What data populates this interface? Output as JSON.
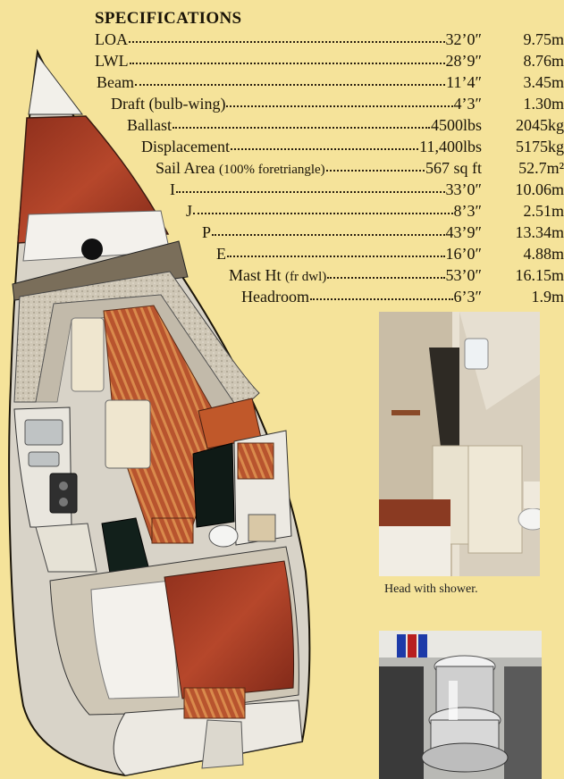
{
  "specs": {
    "title": "SPECIFICATIONS",
    "rows": [
      {
        "label": "LOA",
        "imperial": "32’0″",
        "metric": "9.75m"
      },
      {
        "label": "LWL",
        "imperial": "28’9″",
        "metric": "8.76m"
      },
      {
        "label": "Beam",
        "imperial": "11’4″",
        "metric": "3.45m"
      },
      {
        "label": "Draft (bulb-wing)",
        "imperial": "4’3″",
        "metric": "1.30m"
      },
      {
        "label": "Ballast",
        "imperial": "4500lbs",
        "metric": "2045kg"
      },
      {
        "label": "Displacement",
        "imperial": "11,400lbs",
        "metric": "5175kg"
      },
      {
        "label": "Sail Area",
        "label_note": "(100% foretriangle)",
        "imperial": "567 sq ft",
        "metric": "52.7m²"
      },
      {
        "label": "I",
        "imperial": "33’0″",
        "metric": "10.06m"
      },
      {
        "label": "J",
        "imperial": "8’3″",
        "metric": "2.51m"
      },
      {
        "label": "P",
        "imperial": "43’9″",
        "metric": "13.34m"
      },
      {
        "label": "E",
        "imperial": "16’0″",
        "metric": "4.88m"
      },
      {
        "label": "Mast Ht",
        "label_note": "(fr dwl)",
        "imperial": "53’0″",
        "metric": "16.15m"
      },
      {
        "label": "Headroom",
        "imperial": "6’3″",
        "metric": "1.9m"
      }
    ]
  },
  "photos": {
    "head_caption": "Head with shower."
  },
  "colors": {
    "page": "#f5e39a",
    "wood": "#a3402a",
    "teak": "#c2703a",
    "upholstery": "#d9d2c4"
  }
}
